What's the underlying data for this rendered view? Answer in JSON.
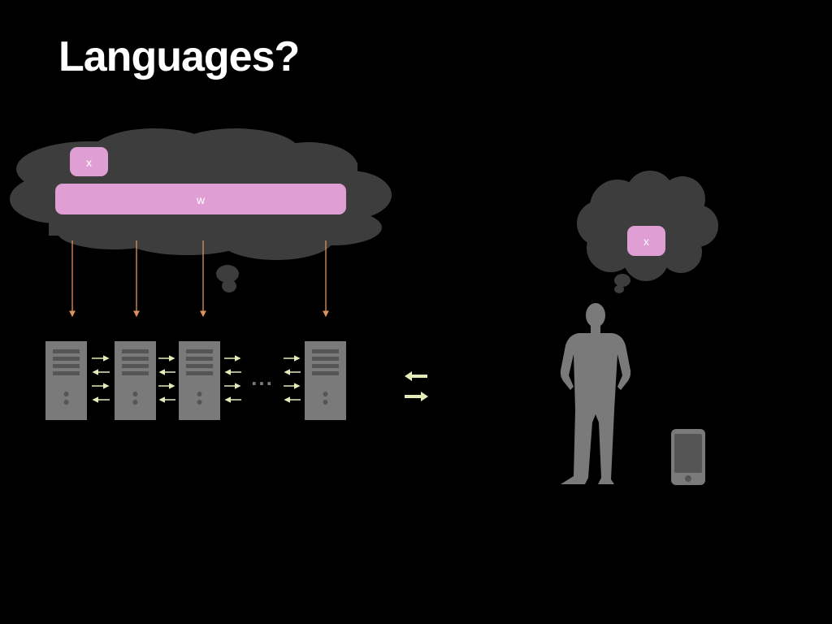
{
  "slide": {
    "title": "Languages?"
  },
  "server_cloud": {
    "small_box_label": "x",
    "wide_box_label": "w"
  },
  "person_cloud": {
    "box_label": "x"
  },
  "server_chain": {
    "ellipsis": "..."
  },
  "colors": {
    "background": "#000000",
    "cloud": "#3d3d3d",
    "label_box": "#e09fd4",
    "server": "#7a7a7a",
    "down_arrow": "#e0925e",
    "exchange_arrow": "#e3ecb8",
    "person": "#7a7a7a"
  },
  "icons": [
    "thought-cloud",
    "server-icon",
    "person-silhouette",
    "smartphone-icon"
  ]
}
